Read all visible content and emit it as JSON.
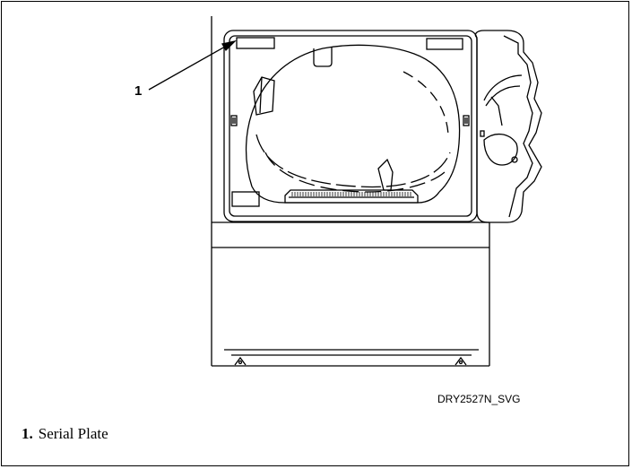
{
  "figure": {
    "callout_number": "1",
    "figure_id": "DRY2527N_SVG"
  },
  "legend": {
    "items": [
      {
        "number": "1.",
        "label": "Serial Plate"
      }
    ]
  }
}
